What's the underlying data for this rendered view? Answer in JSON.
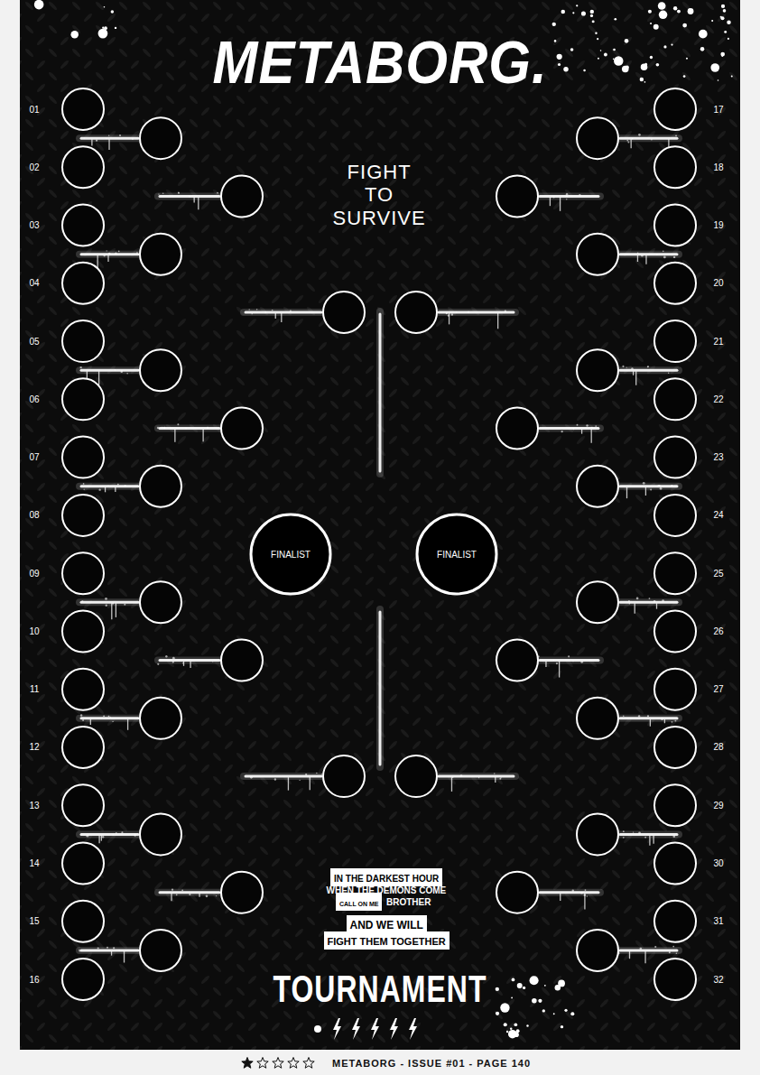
{
  "diagram": {
    "title": "METABORG.",
    "nodes": [
      {
        "text": [
          "FINALIST"
        ]
      },
      {
        "text": [
          "FINALIST"
        ]
      },
      {
        "text": [
          "IN THE DARKEST HOUR"
        ]
      },
      {
        "text": [
          "CALL ON ME"
        ]
      },
      {
        "text": [
          "AND WE WILL"
        ]
      },
      {
        "text": [
          "FIGHT THEM TOGETHER"
        ]
      }
    ],
    "labels": [
      "01",
      "02",
      "03",
      "04",
      "05",
      "06",
      "07",
      "08",
      "09",
      "10",
      "11",
      "12",
      "13",
      "14",
      "15",
      "16",
      "17",
      "18",
      "19",
      "20",
      "21",
      "22",
      "23",
      "24",
      "25",
      "26",
      "27",
      "28",
      "29",
      "30",
      "31",
      "32",
      "FIGHT TO SURVIVE",
      "WHEN THE DEMONS COME",
      "BROTHER",
      "TOURNAMENT",
      "METABORG - ISSUE #01 - PAGE 140"
    ]
  }
}
